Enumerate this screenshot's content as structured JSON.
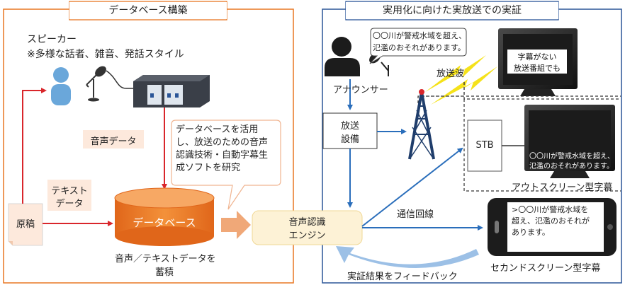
{
  "left_panel": {
    "title": "データベース構築",
    "speaker_label": "スピーカー",
    "speaker_note": "※多様な話者、雑音、発話スタイル",
    "audio_data_label": "音声データ",
    "text_data_label_line1": "テキスト",
    "text_data_label_line2": "データ",
    "manuscript_label": "原稿",
    "database_label": "データベース",
    "db_caption_line1": "音声／テキストデータを",
    "db_caption_line2": "蓄積",
    "callout_lines": [
      "データベースを活用",
      "し、放送のための音声",
      "認識技術・自動字幕生",
      "成ソフトを研究"
    ]
  },
  "right_panel": {
    "title": "実用化に向けた実放送での実証",
    "announcer_quote_line1": "〇〇川が警戒水域を超え、",
    "announcer_quote_line2": "氾濫のおそれがあります。",
    "announcer_label": "アナウンサー",
    "broadcast_wave_label": "放送波",
    "tv_top_line1": "字幕がない",
    "tv_top_line2": "放送番組でも",
    "broadcast_equipment_line1": "放送",
    "broadcast_equipment_line2": "設備",
    "stb_label": "STB",
    "tv2_caption_line1": "〇〇川が警戒水域を超え、",
    "tv2_caption_line2": "氾濫のおそれがあります。",
    "out_screen_label": "アウトスクリーン型字幕",
    "comm_line_label": "通信回線",
    "phone_text_lines": [
      ">〇〇川が警戒水域を",
      "超え、氾濫のおそれが",
      "あります。"
    ],
    "second_screen_label": "セカンドスクリーン型字幕",
    "feedback_label": "実証結果をフィードバック"
  },
  "asr_engine_line1": "音声認識",
  "asr_engine_line2": "エンジン",
  "colors": {
    "left_border": "#e87722",
    "right_border": "#2a5597",
    "red_arrow": "#d9262b",
    "blue_arrow": "#2a6ebb",
    "database_orange": "#ee7d1e",
    "label_fill": "#fde9dc",
    "engine_fill": "#fdf2d6",
    "speaker_blue": "#6aa7da",
    "feedback_arrow": "#9cc0e6",
    "lightning_yellow": "#f5e21a"
  }
}
